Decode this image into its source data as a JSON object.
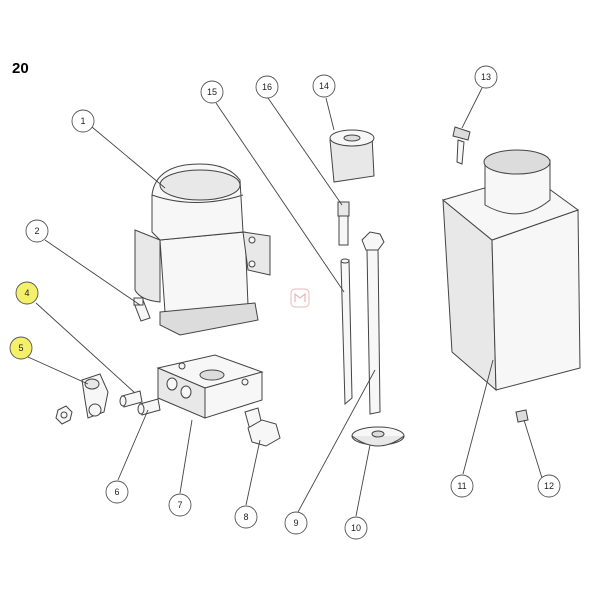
{
  "page_number": "20",
  "highlight_color": "#f4f06a",
  "callouts": [
    {
      "label": "1",
      "part": "motor"
    },
    {
      "label": "2",
      "part": "screw"
    },
    {
      "label": "4",
      "part": "fitting",
      "highlighted": true
    },
    {
      "label": "5",
      "part": "elbow-fitting",
      "highlighted": true
    },
    {
      "label": "6",
      "part": "connector"
    },
    {
      "label": "7",
      "part": "manifold-block"
    },
    {
      "label": "8",
      "part": "bolt"
    },
    {
      "label": "9",
      "part": "suction-tube"
    },
    {
      "label": "10",
      "part": "filter-disc"
    },
    {
      "label": "11",
      "part": "reservoir-tank"
    },
    {
      "label": "12",
      "part": "drain-plug"
    },
    {
      "label": "13",
      "part": "breather-cap"
    },
    {
      "label": "14",
      "part": "coupling"
    },
    {
      "label": "15",
      "part": "return-tube"
    },
    {
      "label": "16",
      "part": "pin"
    }
  ]
}
